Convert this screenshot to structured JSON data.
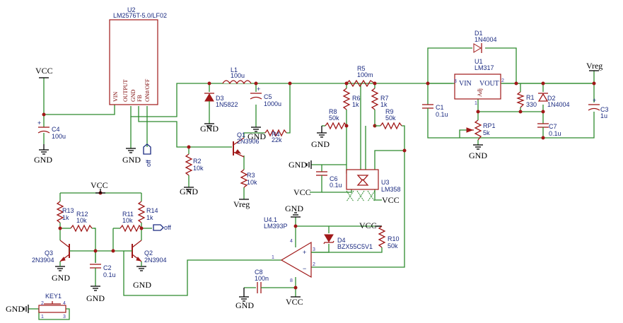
{
  "power": {
    "vcc": "VCC",
    "gnd": "GND",
    "vreg": "Vreg"
  },
  "net_off": "off",
  "parts": {
    "u2": {
      "ref": "U2",
      "value": "LM2576T-5.0/LF02",
      "pins": [
        "VIN",
        "OUTPUT",
        "GND",
        "FB",
        "ON#/OFF"
      ]
    },
    "u1": {
      "ref": "U1",
      "value": "LM317",
      "pins": {
        "vin": "VIN",
        "vout": "VOUT",
        "adj": "Adj"
      },
      "pinnums": {
        "vin": "3",
        "vout": "2",
        "adj": "1"
      }
    },
    "u3": {
      "ref": "U3",
      "value": "LM358"
    },
    "u4": {
      "ref": "U4.1",
      "value": "LM393P",
      "pinnums": {
        "out": "1",
        "plus": "3",
        "minus": "2",
        "vp": "4",
        "vn": "8"
      }
    },
    "l1": {
      "ref": "L1",
      "value": "100u"
    },
    "d1": {
      "ref": "D1",
      "value": "1N4004"
    },
    "d2": {
      "ref": "D2",
      "value": "1N4004"
    },
    "d3": {
      "ref": "D3",
      "value": "1N5822"
    },
    "d4": {
      "ref": "D4",
      "value": "BZX55C5V1"
    },
    "c1": {
      "ref": "C1",
      "value": "0.1u"
    },
    "c2": {
      "ref": "C2",
      "value": "0.1u"
    },
    "c3": {
      "ref": "C3",
      "value": "1u"
    },
    "c4": {
      "ref": "C4",
      "value": "100u"
    },
    "c5": {
      "ref": "C5",
      "value": "1000u"
    },
    "c6": {
      "ref": "C6",
      "value": "0.1u"
    },
    "c7": {
      "ref": "C7",
      "value": "0.1u"
    },
    "c8": {
      "ref": "C8",
      "value": "100n"
    },
    "r1": {
      "ref": "R1",
      "value": "330"
    },
    "r2": {
      "ref": "R2",
      "value": "10k"
    },
    "r3": {
      "ref": "R3",
      "value": "10k"
    },
    "r4": {
      "ref": "R4",
      "value": "22k"
    },
    "r5": {
      "ref": "R5",
      "value": "100m"
    },
    "r6": {
      "ref": "R6",
      "value": "1k"
    },
    "r7": {
      "ref": "R7",
      "value": "1k"
    },
    "r8": {
      "ref": "R8",
      "value": "50k"
    },
    "r9": {
      "ref": "R9",
      "value": "50k"
    },
    "r10": {
      "ref": "R10",
      "value": "50k"
    },
    "r11": {
      "ref": "R11",
      "value": "10k"
    },
    "r12": {
      "ref": "R12",
      "value": "10k"
    },
    "r13": {
      "ref": "R13",
      "value": "1k"
    },
    "r14": {
      "ref": "R14",
      "value": "1k"
    },
    "rp1": {
      "ref": "RP1",
      "value": "5k"
    },
    "q1": {
      "ref": "Q1",
      "value": "2N3906"
    },
    "q2": {
      "ref": "Q2",
      "value": "2N3904"
    },
    "q3": {
      "ref": "Q3",
      "value": "2N3904"
    },
    "key1": {
      "ref": "KEY1",
      "pins": [
        "1",
        "2",
        "3",
        "4"
      ]
    }
  },
  "colors": {
    "wire": "#2e8b2e",
    "part": "#a01818",
    "label": "#1a2a80",
    "power": "#000000"
  }
}
